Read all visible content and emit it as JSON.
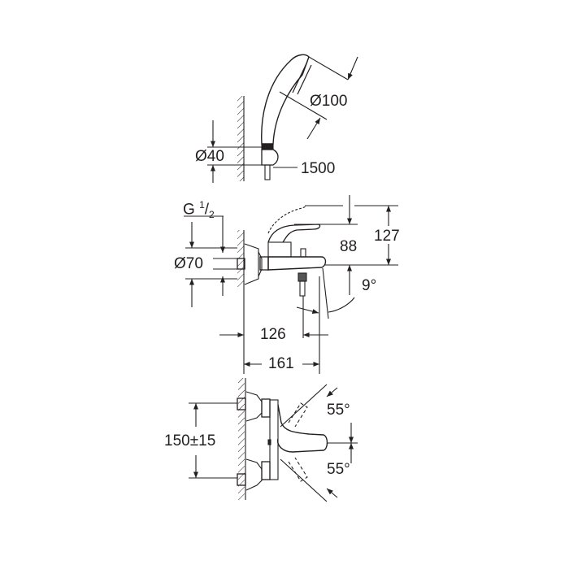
{
  "drawing": {
    "title": "Bath/shower mixer dimension drawing",
    "line_color": "#231f20",
    "background": "#ffffff",
    "views": [
      {
        "name": "hand-shower-view",
        "dimensions": {
          "shower_head_diameter": "Ø100",
          "holder_diameter": "Ø40",
          "hose_length": "1500"
        }
      },
      {
        "name": "side-view",
        "dimensions": {
          "thread": "G",
          "thread_frac_num": "1",
          "thread_frac_den": "2",
          "escutcheon_diameter": "Ø70",
          "lever_height": "127",
          "spout_height": "88",
          "spout_angle": "9°",
          "outlet_projection": "126",
          "total_projection": "161"
        }
      },
      {
        "name": "top-view",
        "dimensions": {
          "inlet_spacing": "150±15",
          "lever_rotation_up": "55°",
          "lever_rotation_down": "55°"
        }
      }
    ]
  },
  "labels": {
    "d100": "Ø100",
    "d40": "Ø40",
    "l1500": "1500",
    "g": "G",
    "g_num": "1",
    "g_den": "2",
    "d70": "Ø70",
    "h127": "127",
    "h88": "88",
    "a9": "9°",
    "w126": "126",
    "w161": "161",
    "s150": "150±15",
    "a55a": "55°",
    "a55b": "55°"
  }
}
